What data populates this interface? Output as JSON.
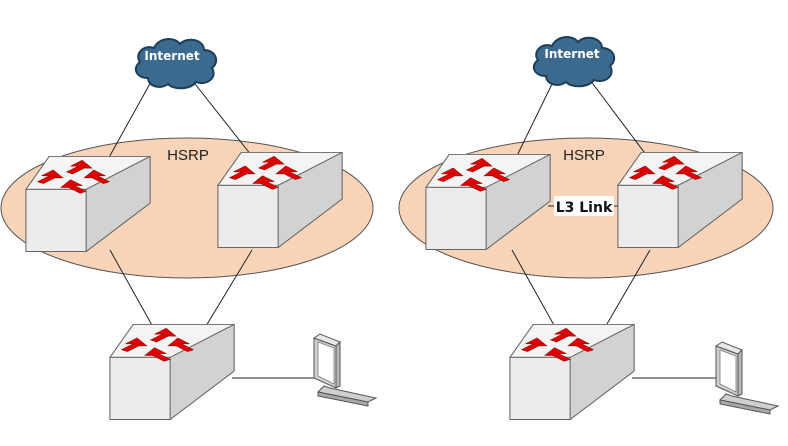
{
  "diagrams": [
    {
      "cloud_label": "Internet",
      "group_label": "HSRP",
      "link_label": ""
    },
    {
      "cloud_label": "Internet",
      "group_label": "HSRP",
      "link_label": "L3 Link"
    }
  ],
  "colors": {
    "ellipse_fill": "#f9d2b5",
    "cloud_fill": "#3d6d90",
    "switch_top": "#f0f0f0",
    "switch_side": "#cfcfcf",
    "arrow": "#e00000"
  },
  "icons": [
    "cloud-icon",
    "switch-icon",
    "monitor-icon"
  ]
}
